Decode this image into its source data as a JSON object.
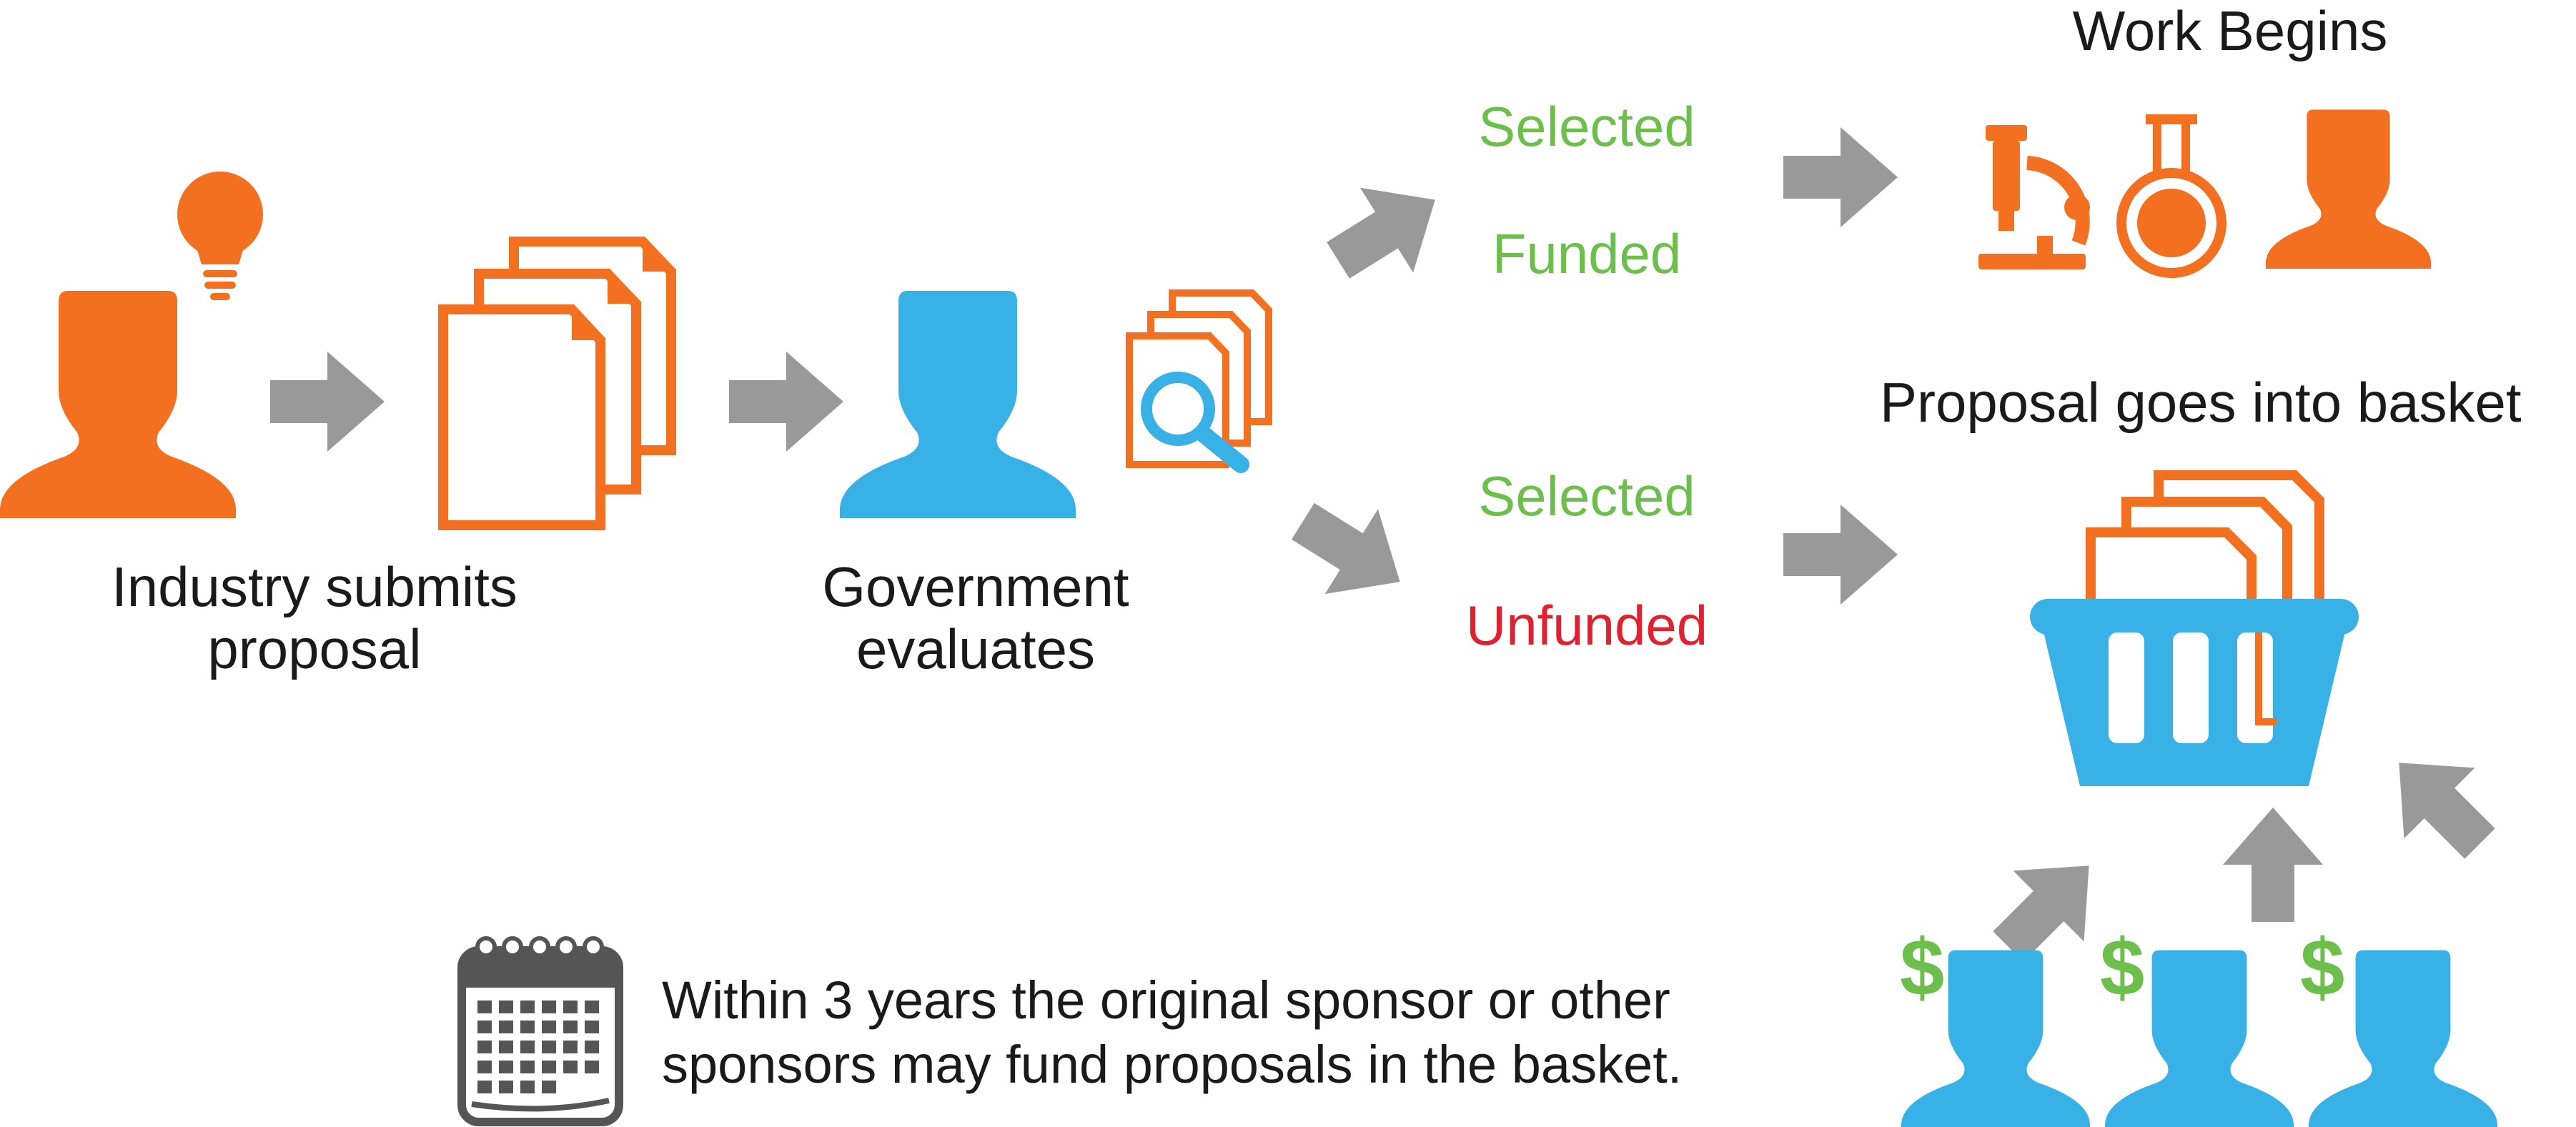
{
  "colors": {
    "orange": "#f37020",
    "blue": "#38b1e6",
    "gray": "#999999",
    "green": "#6dbf4b",
    "red": "#e3202f",
    "dark": "#555555"
  },
  "icons": [
    "person-icon",
    "lightbulb-icon",
    "documents-icon",
    "magnifier-icon",
    "microscope-icon",
    "flask-icon",
    "basket-icon",
    "dollar-icon",
    "calendar-icon",
    "arrow-icon"
  ],
  "labels": {
    "industry_line1": "Industry submits",
    "industry_line2": "proposal",
    "government_line1": "Government",
    "government_line2": "evaluates",
    "top_selected": "Selected",
    "top_funded": "Funded",
    "bottom_selected": "Selected",
    "bottom_unfunded": "Unfunded",
    "work_begins": "Work Begins",
    "basket": "Proposal goes into basket",
    "note_line1": "Within 3 years the original sponsor or other",
    "note_line2": "sponsors may fund proposals in the basket.",
    "dollar": "$"
  }
}
